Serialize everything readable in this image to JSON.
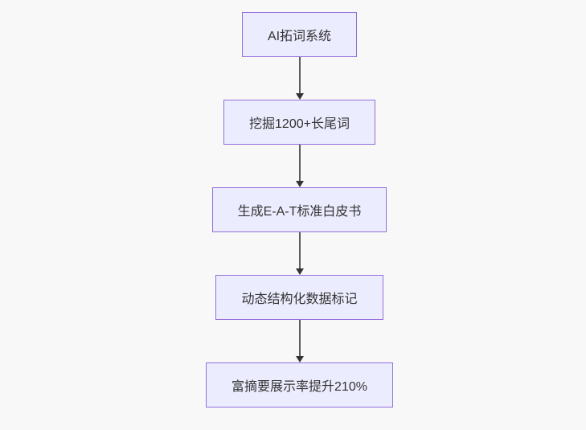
{
  "diagram": {
    "type": "flowchart-top-down",
    "colors": {
      "background": "#f8f8f8",
      "node_fill": "#ECECFF",
      "node_border": "#9370DB",
      "edge_line": "#5c5c5c",
      "edge_arrowhead": "#333333",
      "text": "#333333"
    },
    "nodes": [
      {
        "id": "A",
        "label": "AI拓词系统"
      },
      {
        "id": "B",
        "label": "挖掘1200+长尾词"
      },
      {
        "id": "C",
        "label": "生成E-A-T标准白皮书"
      },
      {
        "id": "D",
        "label": "动态结构化数据标记"
      },
      {
        "id": "E",
        "label": "富摘要展示率提升210%"
      }
    ],
    "edges": [
      {
        "from": "A",
        "to": "B"
      },
      {
        "from": "B",
        "to": "C"
      },
      {
        "from": "C",
        "to": "D"
      },
      {
        "from": "D",
        "to": "E"
      }
    ]
  }
}
